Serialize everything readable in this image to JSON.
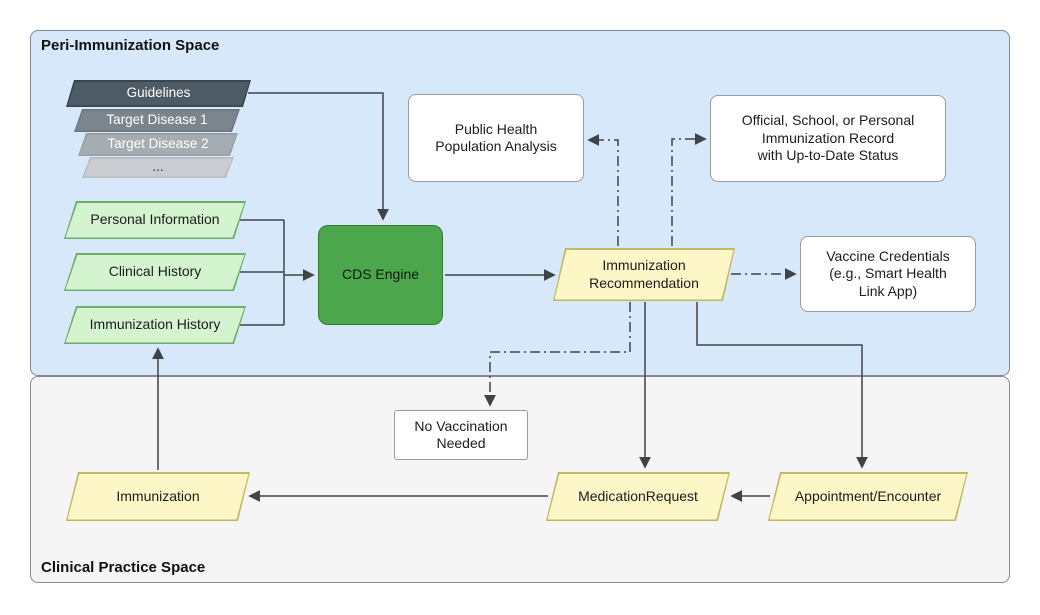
{
  "regions": {
    "peri": {
      "label": "Peri-Immunization Space"
    },
    "clinical": {
      "label": "Clinical Practice Space"
    }
  },
  "nodes": {
    "guidelines": {
      "label": "Guidelines"
    },
    "target_disease_1": {
      "label": "Target Disease 1"
    },
    "target_disease_2": {
      "label": "Target Disease 2"
    },
    "target_disease_more": {
      "label": "..."
    },
    "personal_information": {
      "label": "Personal Information"
    },
    "clinical_history": {
      "label": "Clinical History"
    },
    "immunization_history": {
      "label": "Immunization History"
    },
    "cds_engine": {
      "label": "CDS Engine"
    },
    "public_health": {
      "label": "Public Health\nPopulation Analysis"
    },
    "official_record": {
      "label": "Official, School, or Personal\nImmunization Record\nwith Up-to-Date Status"
    },
    "immunization_recommendation": {
      "label": "Immunization\nRecommendation"
    },
    "vaccine_credentials": {
      "label": "Vaccine Credentials\n(e.g., Smart Health\nLink App)"
    },
    "no_vaccination": {
      "label": "No Vaccination\nNeeded"
    },
    "immunization": {
      "label": "Immunization"
    },
    "medication_request": {
      "label": "MedicationRequest"
    },
    "appointment_encounter": {
      "label": "Appointment/Encounter"
    }
  },
  "palette": {
    "region_blue": "#d7e8fb",
    "region_gray": "#f5f5f5",
    "region_border": "#7f8a94",
    "node_green_fill": "#d4f4d0",
    "node_green_border": "#6fae6a",
    "node_yellow_fill": "#fdf6c6",
    "node_yellow_border": "#c3b75f",
    "cds_fill": "#4ca64c",
    "cds_border": "#35792f",
    "stack_dark1": "#4d5b66",
    "stack_dark2": "#7b858e",
    "stack_dark3": "#a5acb2",
    "stack_dark4": "#c9cdd1",
    "white_fill": "#ffffff",
    "white_border": "#9a9a9a",
    "wire": "#3f4448"
  }
}
